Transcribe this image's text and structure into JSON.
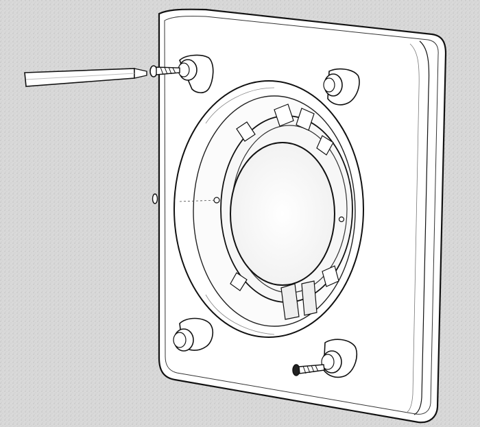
{
  "illustration": {
    "subject": "",
    "colors": {
      "background": "#d9d9d9",
      "background_speckle": "#bdbdbd",
      "plate_fill": "#ffffff",
      "line": "#111111",
      "shade": "#cfcfcf"
    },
    "parts": {
      "plate": "front-plate",
      "intake": "circular-intake",
      "damper": "inner-ring",
      "mounts": [
        "mount-top-left",
        "mount-top-right",
        "mount-bottom-left",
        "mount-bottom-right"
      ],
      "screws": [
        "screw-top-left",
        "screw-bottom-right"
      ],
      "tool": "screwdriver"
    }
  }
}
